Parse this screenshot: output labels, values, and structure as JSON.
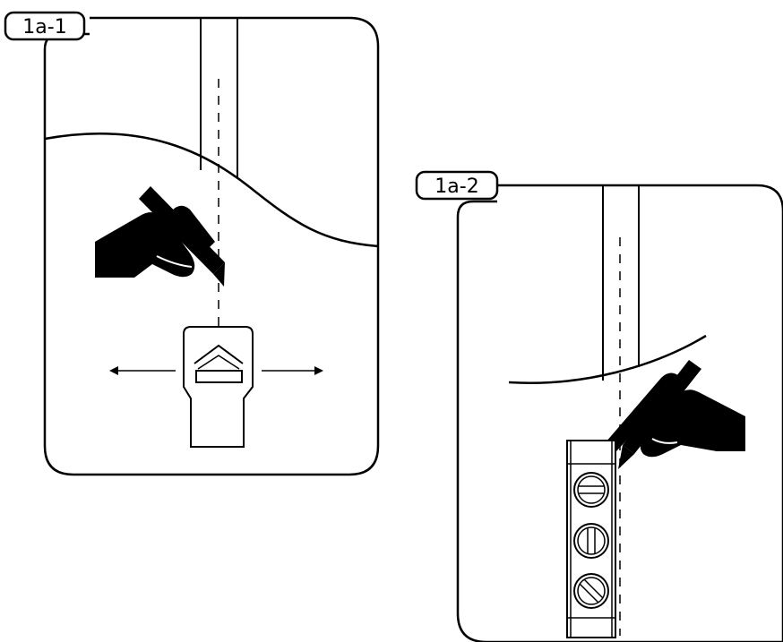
{
  "panels": [
    {
      "id": "1a-1",
      "label": "1a-1"
    },
    {
      "id": "1a-2",
      "label": "1a-2"
    }
  ],
  "colors": {
    "ink": "#000000",
    "paper": "#ffffff"
  },
  "icons": {
    "hand_with_pencil": "hand-pencil-icon",
    "stud_finder": "stud-finder-icon",
    "spirit_level": "spirit-level-icon",
    "direction_arrow": "double-arrow-icon"
  }
}
